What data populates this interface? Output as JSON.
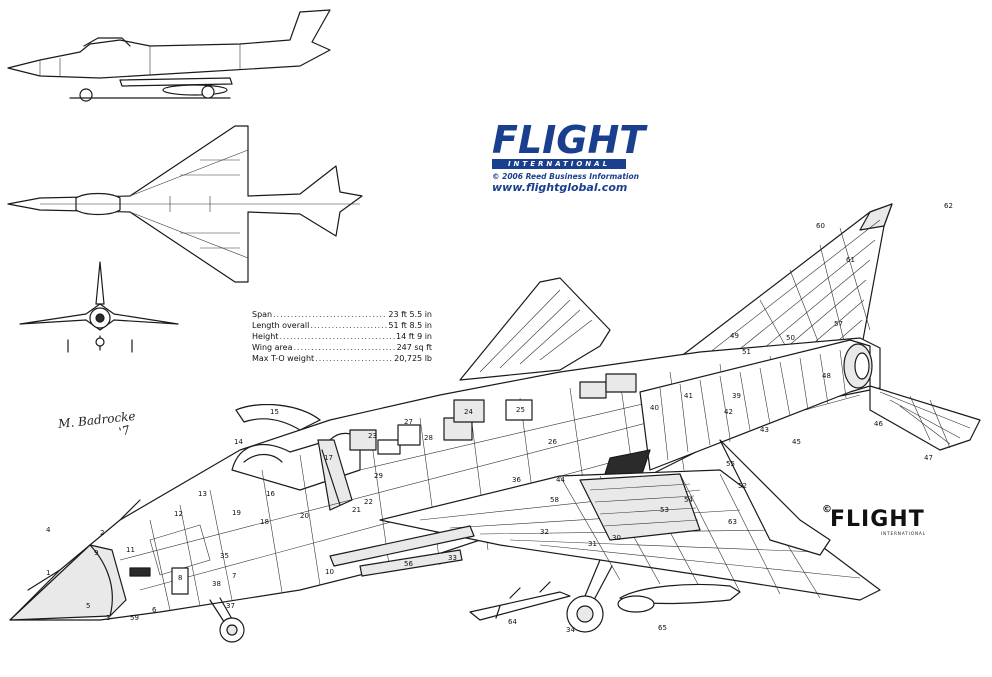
{
  "logo": {
    "word": "FLIGHT",
    "bar": "INTERNATIONAL",
    "copyright": "© 2006 Reed Business Information",
    "url": "www.flightglobal.com",
    "color": "#1a3f8f"
  },
  "specs": [
    {
      "label": "Span",
      "value": "23 ft 5.5 in"
    },
    {
      "label": "Length overall",
      "value": "51 ft 8.5 in"
    },
    {
      "label": "Height",
      "value": "14 ft 9 in"
    },
    {
      "label": "Wing area",
      "value": "247 sq ft"
    },
    {
      "label": "Max T-O weight",
      "value": "20,725 lb"
    }
  ],
  "signature": {
    "name": "M. Badrocke",
    "year": "'7"
  },
  "mark2": {
    "copyright": "©",
    "word": "FLIGHT",
    "sub": "INTERNATIONAL"
  },
  "callouts": [
    "1",
    "2",
    "3",
    "4",
    "5",
    "6",
    "7",
    "8",
    "9",
    "10",
    "11",
    "12",
    "13",
    "14",
    "15",
    "16",
    "17",
    "18",
    "19",
    "20",
    "21",
    "22",
    "23",
    "24",
    "25",
    "26",
    "27",
    "28",
    "29",
    "30",
    "31",
    "32",
    "33",
    "34",
    "35",
    "36",
    "37",
    "38",
    "39",
    "40",
    "41",
    "42",
    "43",
    "44",
    "45",
    "46",
    "47",
    "48",
    "49",
    "50",
    "51",
    "52",
    "53",
    "54",
    "55",
    "56",
    "57",
    "58",
    "59",
    "60",
    "61",
    "62",
    "63",
    "64",
    "65"
  ]
}
